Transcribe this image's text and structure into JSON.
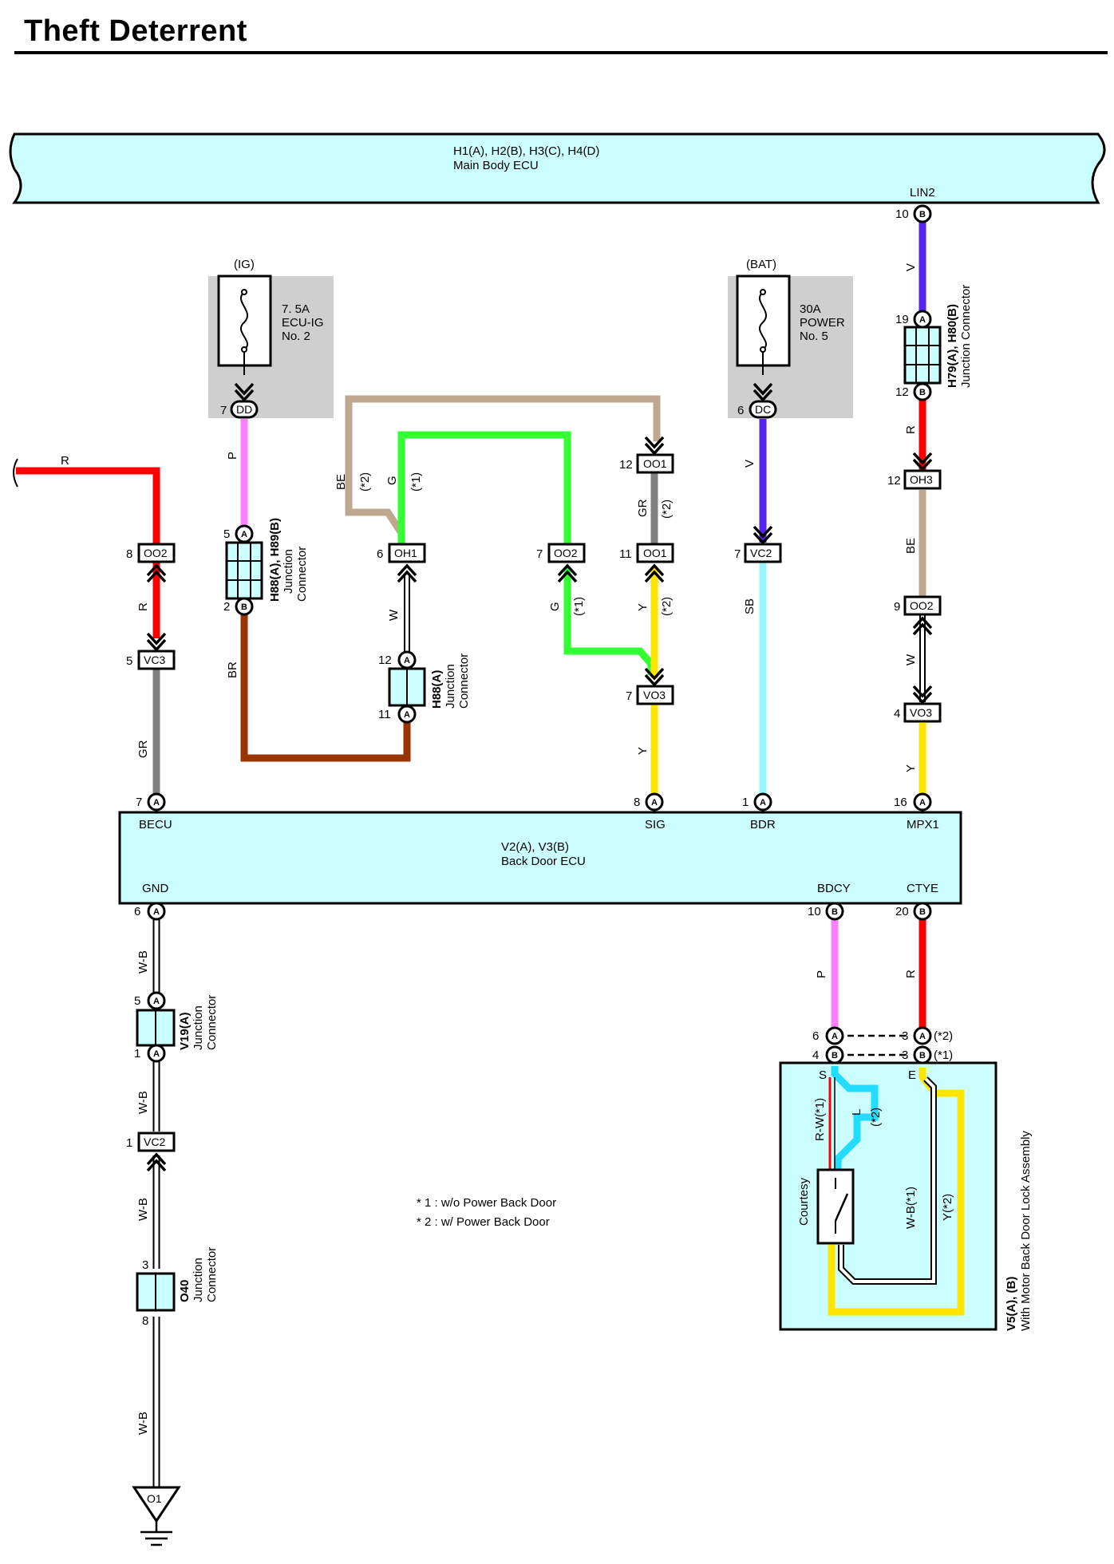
{
  "page": {
    "title": "Theft Deterrent"
  },
  "colors": {
    "R": "#ff0000",
    "GR": "#808080",
    "P": "#ff80ff",
    "BR": "#993300",
    "W": "#ffffff",
    "BE": "#c0a890",
    "G": "#33ff33",
    "Y": "#ffe600",
    "V": "#5522ee",
    "SB": "#99f5ff",
    "L": "#22ddff",
    "ecu": "#ccffff",
    "fusebox": "#cfcfcf"
  },
  "main_ecu": {
    "name": "H1(A), H2(B), H3(C), H4(D)",
    "sub": "Main Body ECU",
    "terminal": "LIN2"
  },
  "back_ecu": {
    "name": "V2(A), V3(B)",
    "sub": "Back Door ECU",
    "terminals": {
      "becu": "BECU",
      "sig": "SIG",
      "bdr": "BDR",
      "mpx1": "MPX1",
      "gnd": "GND",
      "bdcy": "BDCY",
      "ctye": "CTYE"
    }
  },
  "fuses": {
    "ig": {
      "header": "(IG)",
      "rating": "7. 5A",
      "name": "ECU-IG",
      "num": "No. 2"
    },
    "bat": {
      "header": "(BAT)",
      "rating": "30A",
      "name": "POWER",
      "num": "No. 5"
    }
  },
  "connectors": {
    "dd": "DD",
    "dc": "DC",
    "oo1": "OO1",
    "oh1": "OH1",
    "oo2": "OO2",
    "vc3": "VC3",
    "vo3": "VO3",
    "vc2": "VC2",
    "oh3": "OH3",
    "oo2b": "OO2",
    "vo3b": "VO3",
    "vc2b": "VC2",
    "o1": "O1"
  },
  "junctions": {
    "h88h89": {
      "name": "H88(A), H89(B)",
      "l1": "Junction",
      "l2": "Connector"
    },
    "h88": {
      "name": "H88(A)",
      "l1": "Junction",
      "l2": "Connector"
    },
    "h79": {
      "name": "H79(A), H80(B)",
      "l1": "Junction Connector"
    },
    "v19": {
      "name": "V19(A)",
      "l1": "Junction",
      "l2": "Connector"
    },
    "o40": {
      "name": "O40",
      "l1": "Junction",
      "l2": "Connector"
    }
  },
  "wire_labels": {
    "r_left": "R",
    "r_mid": "R",
    "gr_left": "GR",
    "p_top": "P",
    "br": "BR",
    "w_mid": "W",
    "be_left": "BE",
    "star2_a": "(*2)",
    "g_top": "G",
    "star1_a": "(*1)",
    "g_mid": "G",
    "star1_b": "(*1)",
    "gr_sig": "GR",
    "star2_b": "(*2)",
    "y_sig": "Y",
    "star2_c": "(*2)",
    "y_low": "Y",
    "v_bat": "V",
    "sb": "SB",
    "v_right": "V",
    "r_right": "R",
    "be_right": "BE",
    "w_right": "W",
    "y_right": "Y",
    "wb_1": "W-B",
    "wb_2": "W-B",
    "wb_3": "W-B",
    "wb_4": "W-B",
    "p_bot": "P",
    "r_bot": "R",
    "rw": "R-W(*1)",
    "l": "L",
    "star2_d": "(*2)",
    "wb_inner": "W-B(*1)",
    "y_inner": "Y(*2)"
  },
  "pins": {
    "lin2_num": "10",
    "lin2_let": "B",
    "dd_num": "7",
    "dc_num": "6",
    "oo1_top_num": "12",
    "oo1_bot_num": "11",
    "oh1_num": "6",
    "oo2_mid_num": "7",
    "oo2_left_num": "8",
    "vc3_num": "5",
    "vo3_num": "7",
    "vc2_num": "7",
    "h79_a_num": "19",
    "h79_a_let": "A",
    "h79_b_num": "12",
    "h79_b_let": "B",
    "oh3_num": "12",
    "oo2b_num": "9",
    "vo3b_num": "4",
    "h88h89_a_num": "5",
    "h88h89_a_let": "A",
    "h88h89_b_num": "2",
    "h88h89_b_let": "B",
    "h88_a1_num": "12",
    "h88_a1_let": "A",
    "h88_a2_num": "11",
    "h88_a2_let": "A",
    "becu_num": "7",
    "becu_let": "A",
    "sig_num": "8",
    "sig_let": "A",
    "bdr_num": "1",
    "bdr_let": "A",
    "mpx1_num": "16",
    "mpx1_let": "A",
    "gnd_num": "6",
    "gnd_let": "A",
    "bdcy_num": "10",
    "bdcy_let": "B",
    "ctye_num": "20",
    "ctye_let": "B",
    "v19_a1_num": "5",
    "v19_a1_let": "A",
    "v19_a2_num": "1",
    "v19_a2_let": "A",
    "vc2b_num": "1",
    "o40_top": "3",
    "o40_bot": "8",
    "v5_l1_num": "6",
    "v5_l1_let": "A",
    "v5_l2_num": "4",
    "v5_l2_let": "B",
    "v5_r1_num": "3",
    "v5_r1_let": "A",
    "v5_r1_note": "(*2)",
    "v5_r2_num": "3",
    "v5_r2_let": "B",
    "v5_r2_note": "(*1)",
    "s": "S",
    "e": "E"
  },
  "lock_assembly": {
    "name": "V5(A), (B)",
    "sub": "With Motor Back Door Lock Assembly",
    "switch": "Courtesy"
  },
  "notes": {
    "n1": "* 1 : w/o Power Back Door",
    "n2": "* 2 : w/ Power Back Door"
  }
}
